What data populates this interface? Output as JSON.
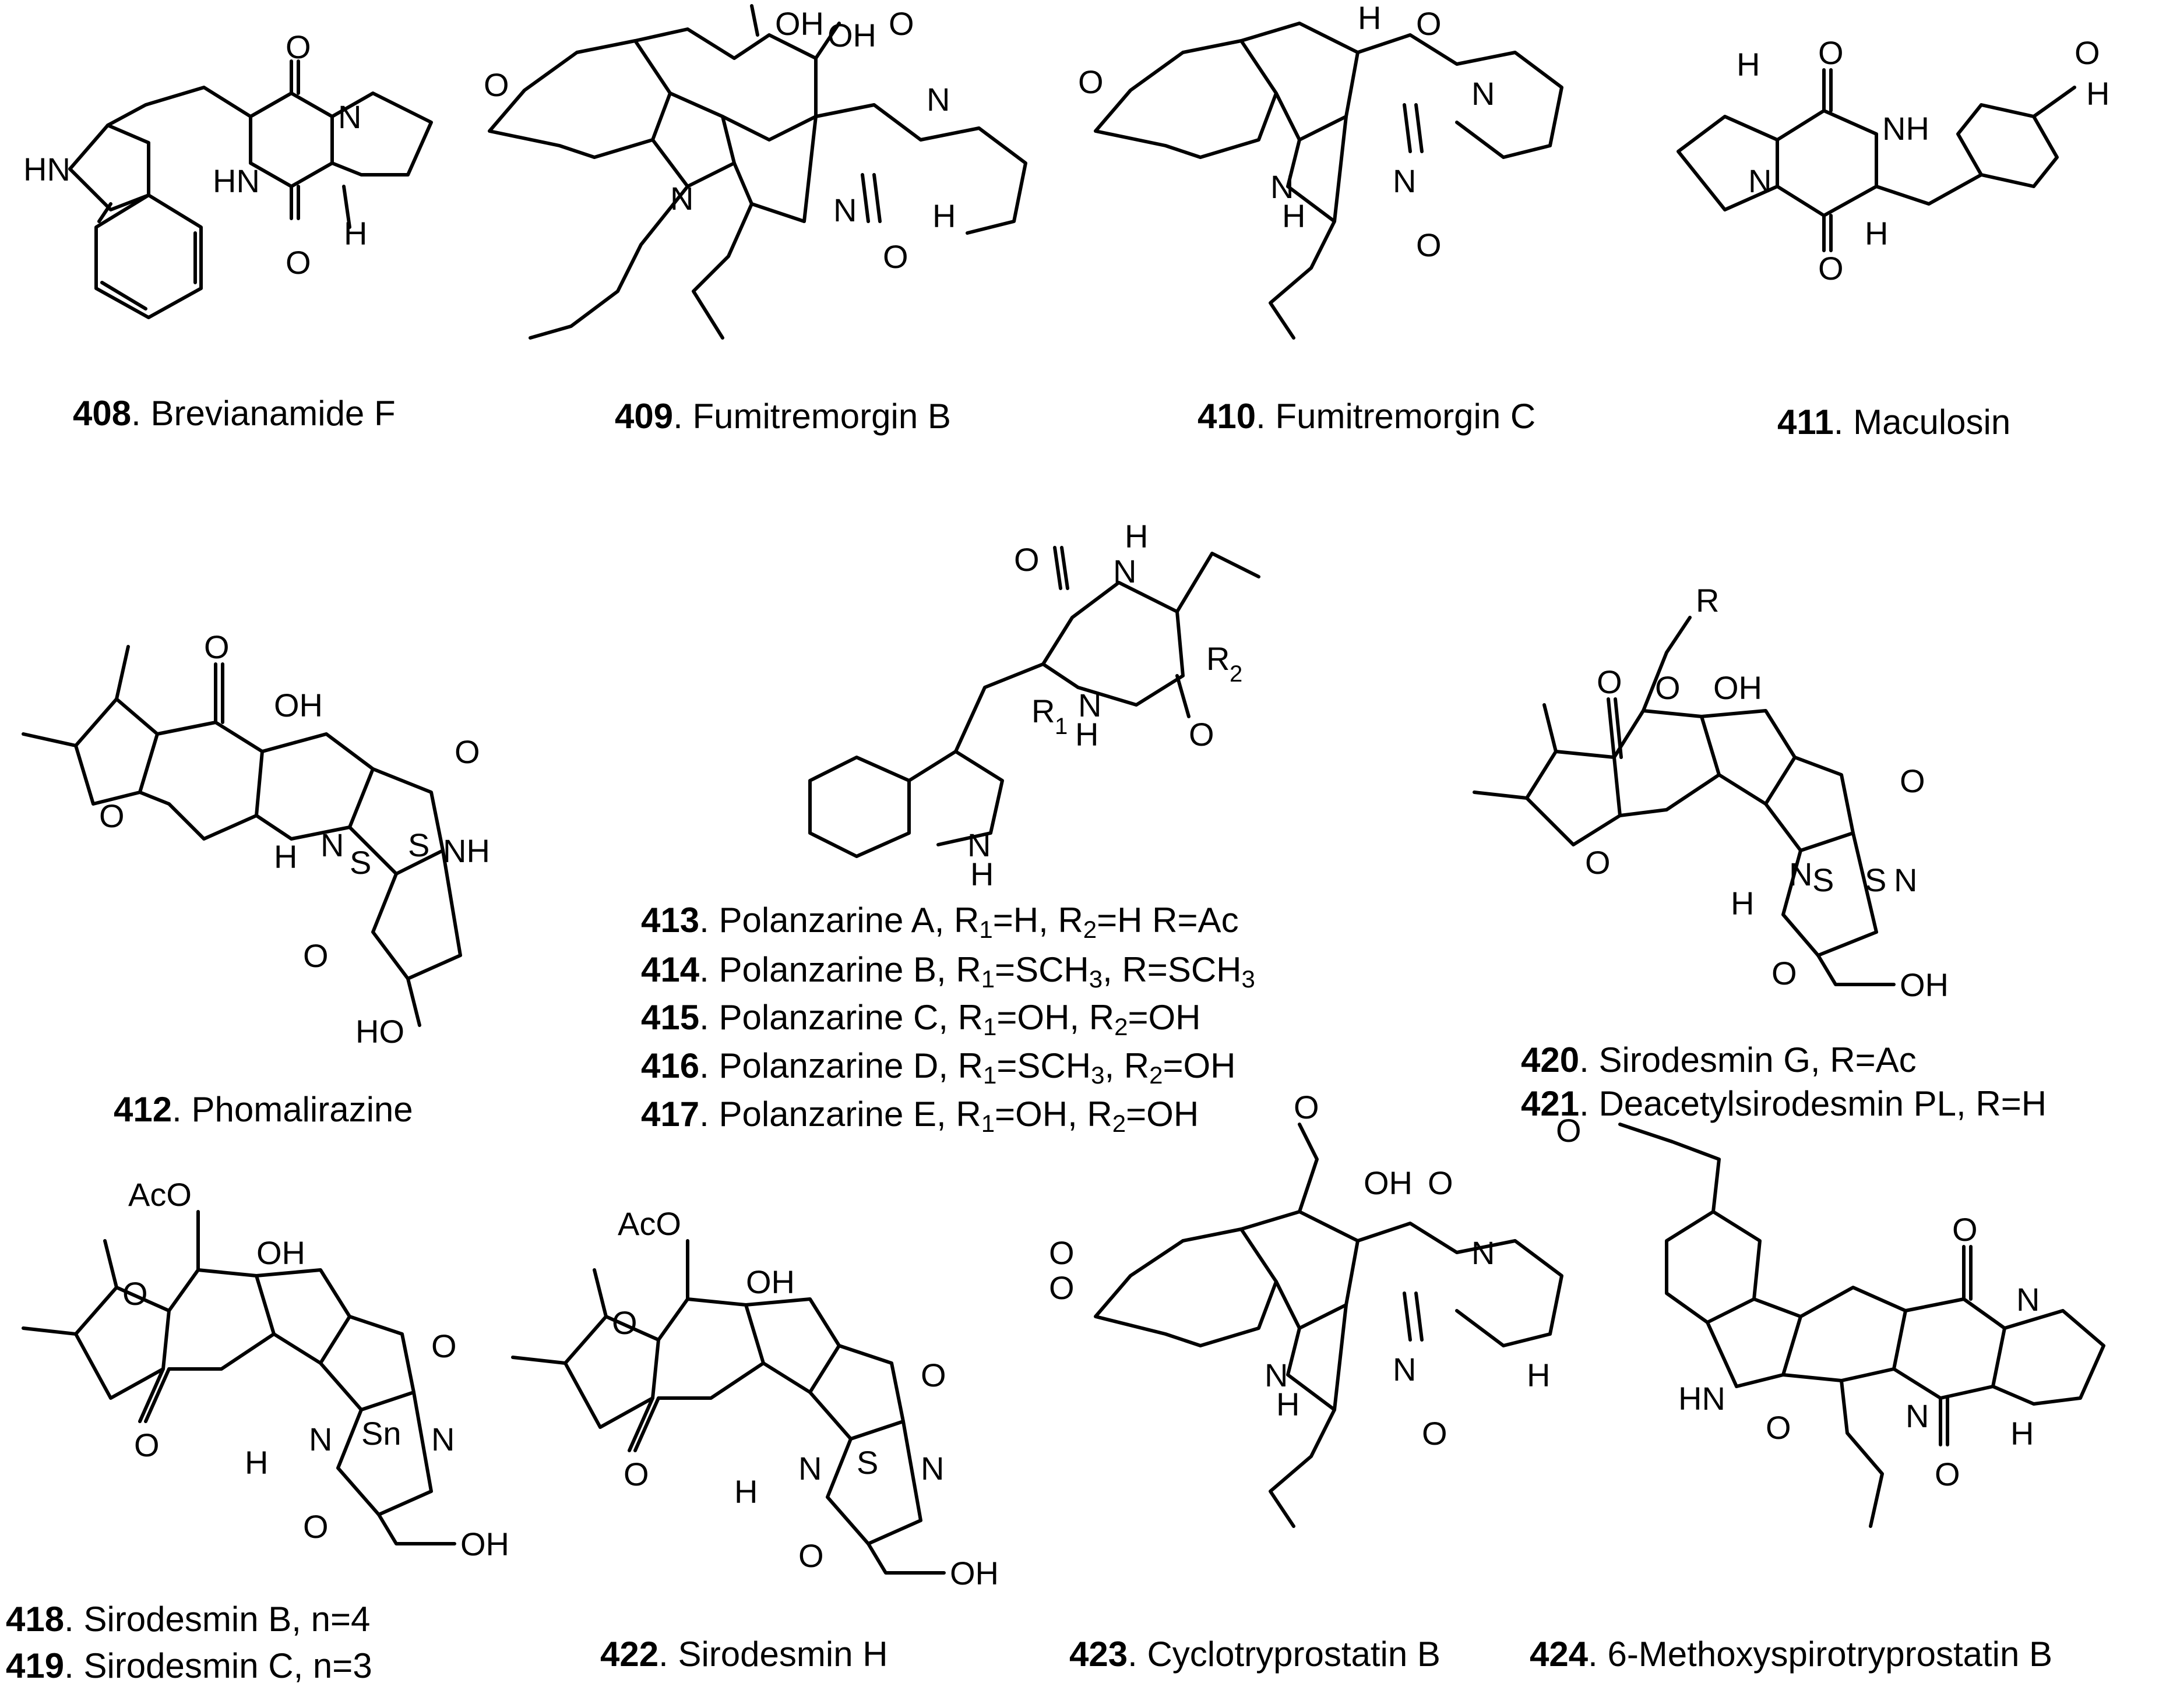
{
  "compounds": [
    {
      "number": "408",
      "name": ". Brevianamide F"
    },
    {
      "number": "409",
      "name": ". Fumitremorgin B"
    },
    {
      "number": "410",
      "name": ". Fumitremorgin C"
    },
    {
      "number": "411",
      "name": ". Maculosin"
    },
    {
      "number": "412",
      "name": ". Phomalirazine"
    },
    {
      "number": "413",
      "name": ". Polanzarine A, R",
      "s1": "1",
      "m1": "=H, R",
      "s2": "2",
      "m2": "=H R=Ac"
    },
    {
      "number": "414",
      "name": ". Polanzarine B, R",
      "s1": "1",
      "m1": "=SCH",
      "s2": "3",
      "m2": ", R=SCH",
      "s3": "3"
    },
    {
      "number": "415",
      "name": ". Polanzarine C, R",
      "s1": "1",
      "m1": "=OH, R",
      "s2": "2",
      "m2": "=OH"
    },
    {
      "number": "416",
      "name": ". Polanzarine D, R",
      "s1": "1",
      "m1": "=SCH",
      "s2": "3",
      "m2": ", R",
      "s3": "2",
      "m3": "=OH"
    },
    {
      "number": "417",
      "name": ". Polanzarine E, R",
      "s1": "1",
      "m1": "=OH, R",
      "s2": "2",
      "m2": "=OH"
    },
    {
      "number": "420",
      "name": ". Sirodesmin G, R=Ac"
    },
    {
      "number": "421",
      "name": ". Deacetylsirodesmin PL, R=H"
    },
    {
      "number": "418",
      "name": ". Sirodesmin B, n=4"
    },
    {
      "number": "419",
      "name": ". Sirodesmin C, n=3"
    },
    {
      "number": "422",
      "name": ". Sirodesmin H"
    },
    {
      "number": "423",
      "name": ". Cyclotryprostatin B"
    },
    {
      "number": "424",
      "name": ". 6-Methoxyspirotryprostatin B"
    }
  ],
  "atoms": {
    "s408": [
      "O",
      "HN",
      "N",
      "HN",
      "O",
      "H"
    ],
    "s409": [
      "OH",
      "OH",
      "O",
      "N",
      "O",
      "N",
      "N",
      "O",
      "H"
    ],
    "s410": [
      "H",
      "O",
      "N",
      "O",
      "N",
      "H",
      "N",
      "O"
    ],
    "s411": [
      "H",
      "O",
      "NH",
      "O",
      "H",
      "N",
      "O",
      "H"
    ],
    "s412": [
      "O",
      "OH",
      "O",
      "O",
      "N",
      "S",
      "S",
      "NH",
      "H",
      "O",
      "HO"
    ],
    "s413": [
      "O",
      "N",
      "H",
      "R",
      "2",
      "R",
      "1",
      "N",
      "H",
      "O",
      "N",
      "H"
    ],
    "s420": [
      "R",
      "O",
      "O",
      "OH",
      "O",
      "O",
      "N",
      "S",
      "S",
      "N",
      "H",
      "O",
      "OH"
    ],
    "s418": [
      "AcO",
      "OH",
      "O",
      "O",
      "O",
      "N",
      "Sn",
      "N",
      "H",
      "O",
      "OH"
    ],
    "s422": [
      "AcO",
      "OH",
      "O",
      "O",
      "O",
      "N",
      "S",
      "N",
      "H",
      "O",
      "OH"
    ],
    "s423": [
      "O",
      "OH",
      "O",
      "O",
      "N",
      "N",
      "N",
      "H",
      "O",
      "H",
      "O"
    ],
    "s424": [
      "O",
      "O",
      "N",
      "HN",
      "O",
      "N",
      "O",
      "H"
    ]
  }
}
